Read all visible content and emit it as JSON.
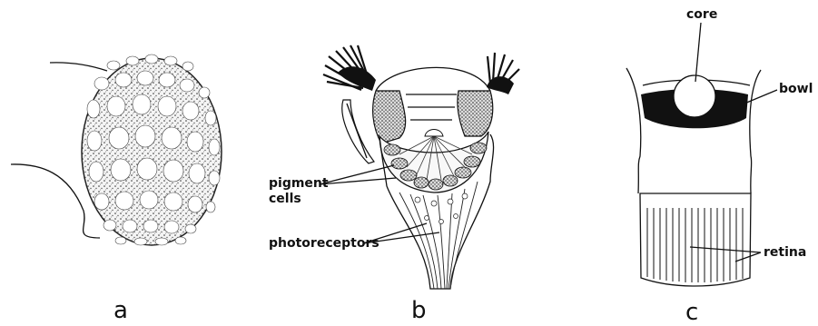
{
  "panels": {
    "a": {
      "letter": "a"
    },
    "b": {
      "letter": "b",
      "labels": {
        "pigment_line1": "pigment",
        "pigment_line2": "cells",
        "photoreceptors": "photoreceptors"
      }
    },
    "c": {
      "letter": "c",
      "labels": {
        "core": "core",
        "bowl": "bowl",
        "retina": "retina"
      }
    }
  }
}
